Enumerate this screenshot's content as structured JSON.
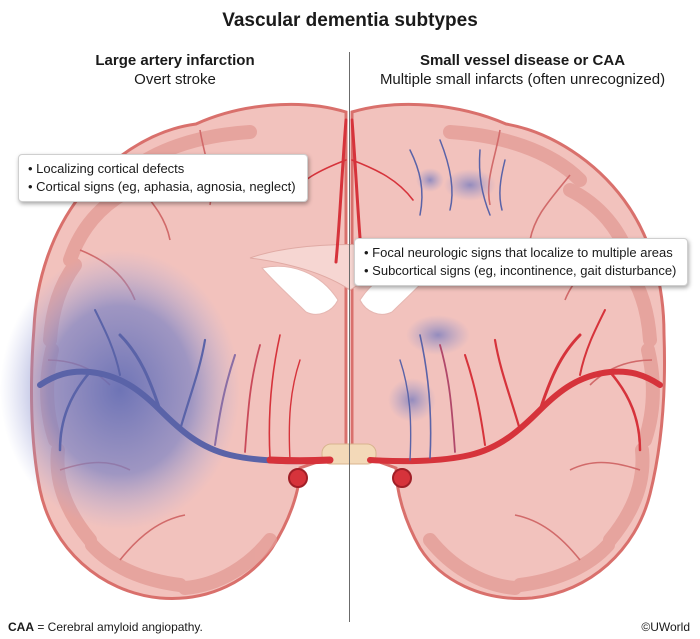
{
  "title": "Vascular dementia subtypes",
  "left_panel": {
    "heading": "Large artery infarction",
    "subheading": "Overt stroke",
    "callout": [
      "• Localizing cortical defects",
      "• Cortical signs (eg, aphasia, agnosia, neglect)"
    ]
  },
  "right_panel": {
    "heading": "Small vessel disease or CAA",
    "subheading": "Multiple small infarcts (often unrecognized)",
    "callout": [
      "• Focal neurologic signs that localize to multiple areas",
      "• Subcortical signs (eg, incontinence, gait disturbance)"
    ]
  },
  "footnote": {
    "abbr": "CAA",
    "text": " = Cerebral amyloid angiopathy."
  },
  "copyright": "©UWorld",
  "colors": {
    "brain_tissue": "#f2c2bd",
    "cortex": "#e8a49e",
    "artery": "#d6333b",
    "infarct": "#6470b8"
  }
}
